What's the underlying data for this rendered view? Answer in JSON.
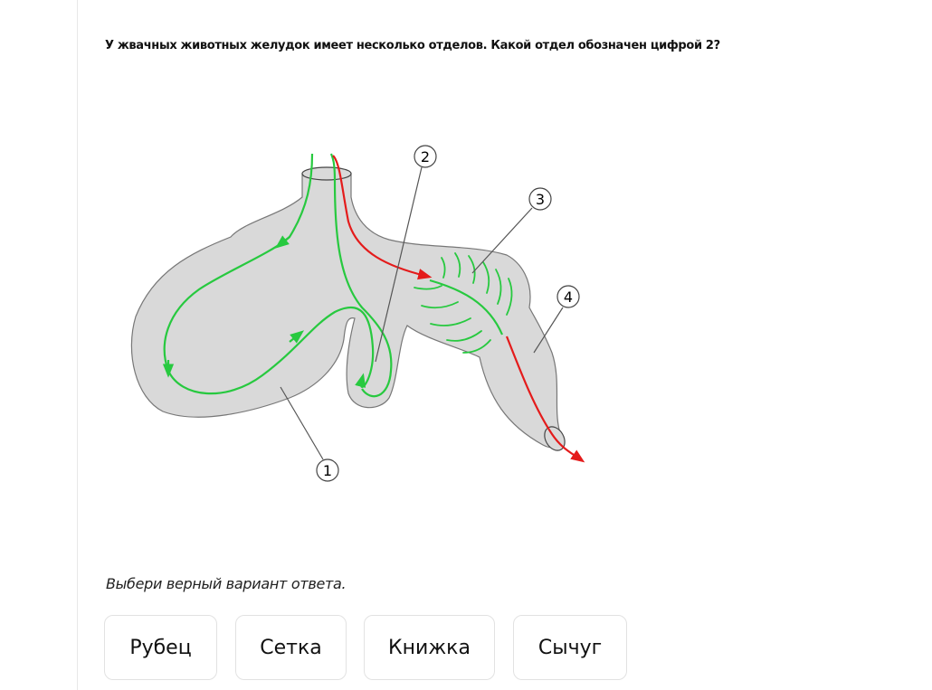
{
  "question": {
    "text": "У жвачных животных желудок имеет несколько отделов. Какой отдел обозначен цифрой 2?"
  },
  "diagram": {
    "labels": [
      "1",
      "2",
      "3",
      "4"
    ],
    "colors": {
      "body_fill": "#d9d9d9",
      "body_stroke": "#777777",
      "green_path": "#27c93f",
      "red_path": "#e41b1b",
      "leader_line": "#555555"
    }
  },
  "instruction": {
    "text": "Выбери верный вариант ответа."
  },
  "options": [
    {
      "label": "Рубец"
    },
    {
      "label": "Сетка"
    },
    {
      "label": "Книжка"
    },
    {
      "label": "Сычуг"
    }
  ]
}
